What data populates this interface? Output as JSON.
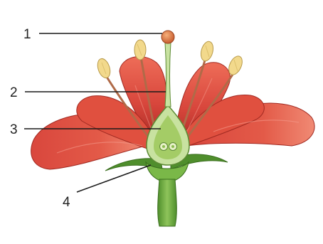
{
  "diagram": {
    "labels": [
      {
        "id": "label-1",
        "text": "1"
      },
      {
        "id": "label-2",
        "text": "2"
      },
      {
        "id": "label-3",
        "text": "3"
      },
      {
        "id": "label-4",
        "text": "4"
      }
    ]
  },
  "colors": {
    "petal": "#d8463c",
    "petal_dark": "#a82a24",
    "petal_light": "#f07a66",
    "stem": "#6fae3c",
    "sepal": "#4f8e2c",
    "pistil": "#c8e2a0",
    "ovary_inner": "#a4cc66",
    "stigma": "#e07a3a",
    "anther": "#f2d98c",
    "filament": "#b06a48"
  }
}
